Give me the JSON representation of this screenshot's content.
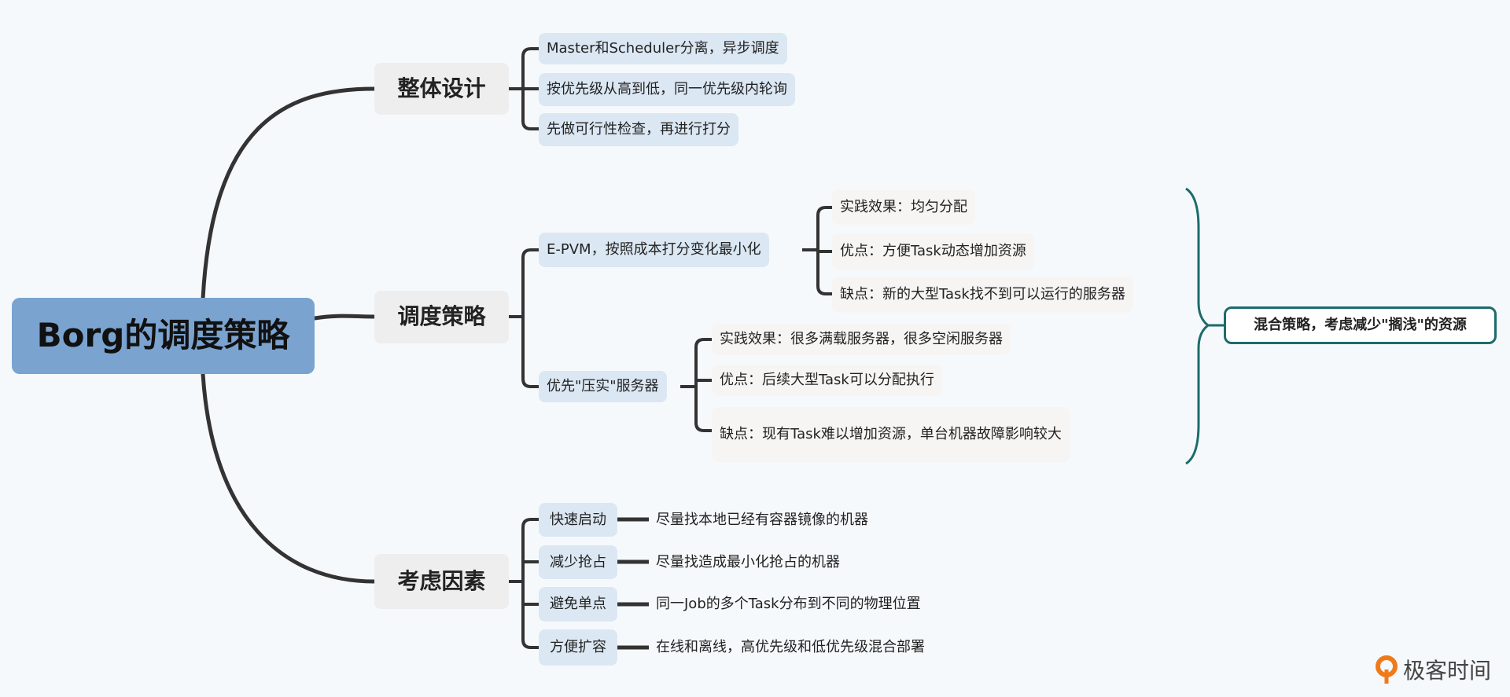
{
  "root": "Borg的调度策略",
  "branches": {
    "design": {
      "label": "整体设计",
      "items": [
        "Master和Scheduler分离，异步调度",
        "按优先级从高到低，同一优先级内轮询",
        "先做可行性检查，再进行打分"
      ]
    },
    "strategy": {
      "label": "调度策略",
      "epvm": {
        "label": "E-PVM，按照成本打分变化最小化",
        "items": [
          "实践效果：均匀分配",
          "优点：方便Task动态增加资源",
          "缺点：新的大型Task找不到可以运行的服务器"
        ]
      },
      "packing": {
        "label": "优先\"压实\"服务器",
        "items": [
          "实践效果：很多满载服务器，很多空闲服务器",
          "优点：后续大型Task可以分配执行",
          "缺点：现有Task难以增加资源，单台机器故障影响较大"
        ]
      },
      "summary": "混合策略，考虑减少\"搁浅\"的资源"
    },
    "factors": {
      "label": "考虑因素",
      "items": [
        {
          "label": "快速启动",
          "detail": "尽量找本地已经有容器镜像的机器"
        },
        {
          "label": "减少抢占",
          "detail": "尽量找造成最小化抢占的机器"
        },
        {
          "label": "避免单点",
          "detail": "同一Job的多个Task分布到不同的物理位置"
        },
        {
          "label": "方便扩容",
          "detail": "在线和离线，高优先级和低优先级混合部署"
        }
      ]
    }
  },
  "logo": "极客时间",
  "colors": {
    "root": "#7aa3d0",
    "accent": "#1d6b6b",
    "logo": "#f07a1a"
  }
}
